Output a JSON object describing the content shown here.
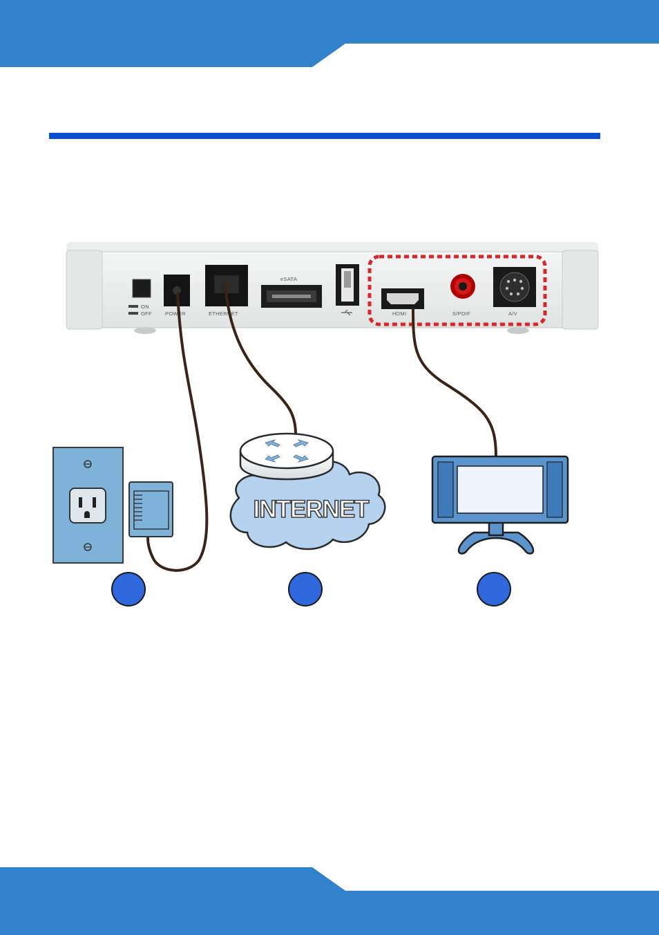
{
  "device_labels": {
    "on": "ON",
    "off": "OFF",
    "power": "POWER",
    "ethernet": "ETHERNET",
    "esata": "eSATA",
    "hdmi": "HDMI",
    "spdif": "S/PDIF",
    "av": "A/V"
  },
  "internet_label": "INTERNET",
  "colors": {
    "band": "#3181cb",
    "rule": "#0a4fd2",
    "step_circle": "#2f68dc",
    "highlight_dash": "#d8262a",
    "cable": "#3a2418",
    "wall_plate": "#7fb2d9",
    "cloud": "#b5d2ef"
  },
  "icons": [
    "wall-outlet-icon",
    "power-adapter-icon",
    "router-icon",
    "internet-cloud-icon",
    "television-icon",
    "usb-icon"
  ]
}
